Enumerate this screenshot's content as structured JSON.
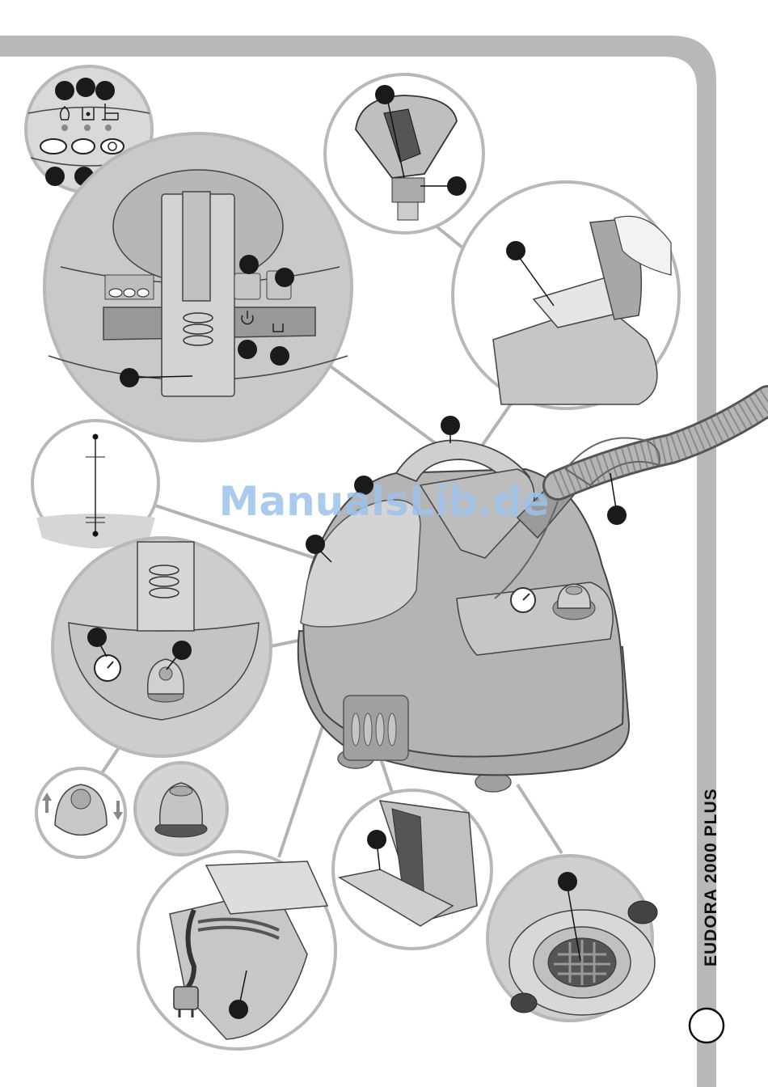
{
  "page": {
    "side_title": "EUDORA 2000 PLUS",
    "watermark": "ManualsLib.de"
  },
  "colors": {
    "frame": "#b8b8b8",
    "body_dark": "#a5a5a5",
    "body_mid": "#c2c2c2",
    "body_light": "#dcdcdc",
    "callout": "#1a1a1a",
    "watermark": "#9dc3ec"
  },
  "callouts": {
    "count": 24,
    "labels": ""
  },
  "icons": [
    "steam-icon",
    "water-tank-icon",
    "brush-icon",
    "on-off-icon",
    "heater-icon",
    "pressure-gauge-icon",
    "power-plug-icon",
    "filter-grille-icon"
  ]
}
